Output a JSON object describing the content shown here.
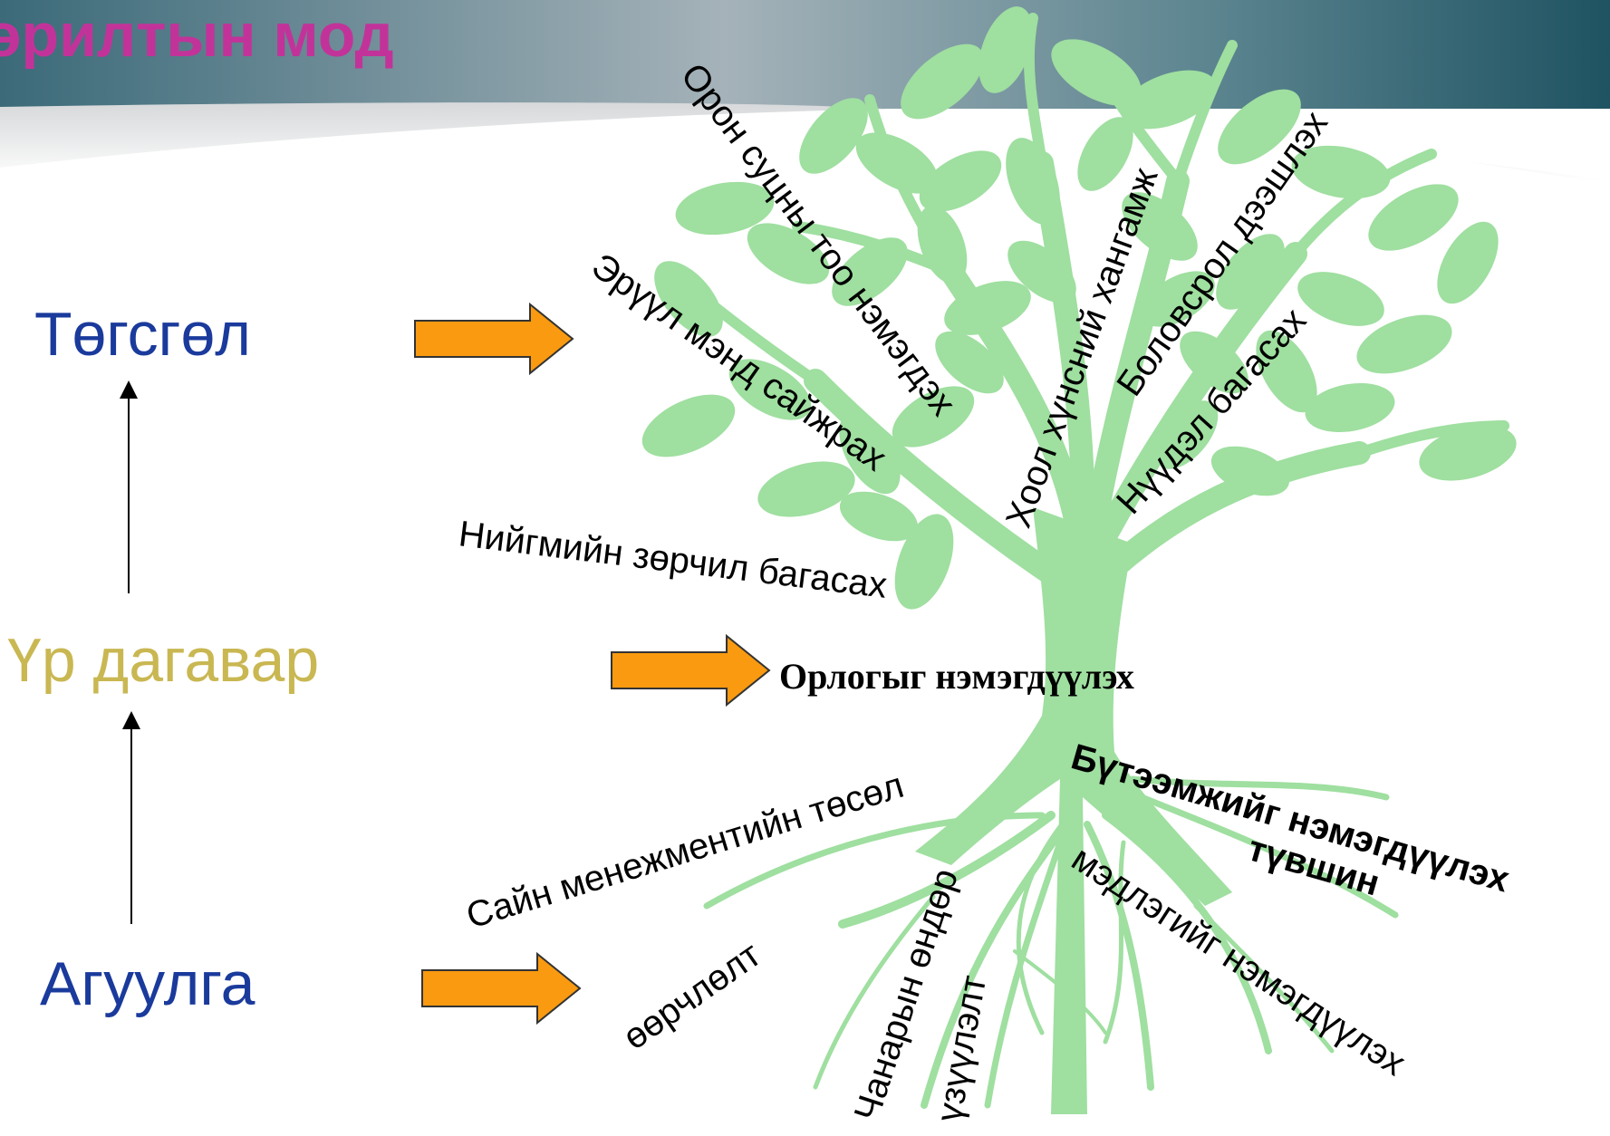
{
  "slide": {
    "title": "өрилтын мод"
  },
  "levels": {
    "goal": "Төгсгөл",
    "result": "Үр дагавар",
    "content": "Агуулга"
  },
  "branches": {
    "housing": "Орон суцны тоо нэмэгдэх",
    "health": "Эрүүл мэнд сайжрах",
    "social": "Нийгмийн зөрчил багасах",
    "food": "Хоол хүнсний хангамж",
    "education": "Боловсрол дээшлэх",
    "migration": "Нүүдэл багасах"
  },
  "trunk": {
    "income": "Орлогыг нэмэгдүүлэх"
  },
  "roots": {
    "management": "Сайн менежментийн төсөл",
    "change": "өөрчлөлт",
    "quality_1": "Чанарын өндөр",
    "quality_2": "үзүүлэлт",
    "productivity_1": "Бүтээмжийг нэмэгдүүлэх",
    "productivity_2": "түвшин",
    "knowledge": "мэдлэгийг нэмэгдүүлэх"
  },
  "colors": {
    "tree": "#9fdfa0",
    "arrow_fill": "#f99a10",
    "title": "#c2339a",
    "goal": "#1a3a9c",
    "result": "#c9b752"
  }
}
